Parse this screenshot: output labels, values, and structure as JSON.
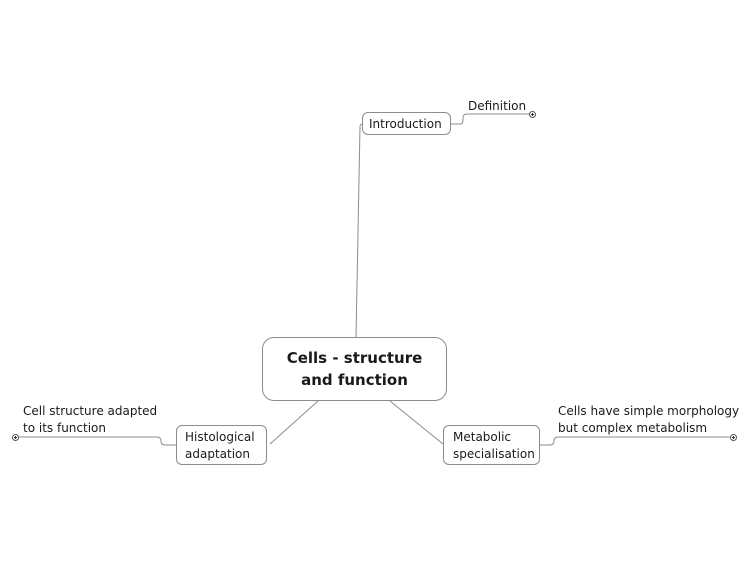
{
  "map": {
    "central": {
      "text_line1": "Cells - structure",
      "text_line2": "and function"
    },
    "introduction": {
      "label": "Introduction"
    },
    "definition": {
      "label": "Definition"
    },
    "histological": {
      "line1": "Histological",
      "line2": "adaptation"
    },
    "histological_child": {
      "line1": "Cell structure adapted",
      "line2": "to its function"
    },
    "metabolic": {
      "line1": "Metabolic",
      "line2": "specialisation"
    },
    "metabolic_child": {
      "line1": "Cells have simple morphology",
      "line2": "but complex metabolism"
    }
  },
  "colors": {
    "line": "#8c8c8c",
    "border": "#8c8c8c",
    "text": "#1a1a1a"
  },
  "icons": {
    "expander": "plus-circle-icon"
  }
}
